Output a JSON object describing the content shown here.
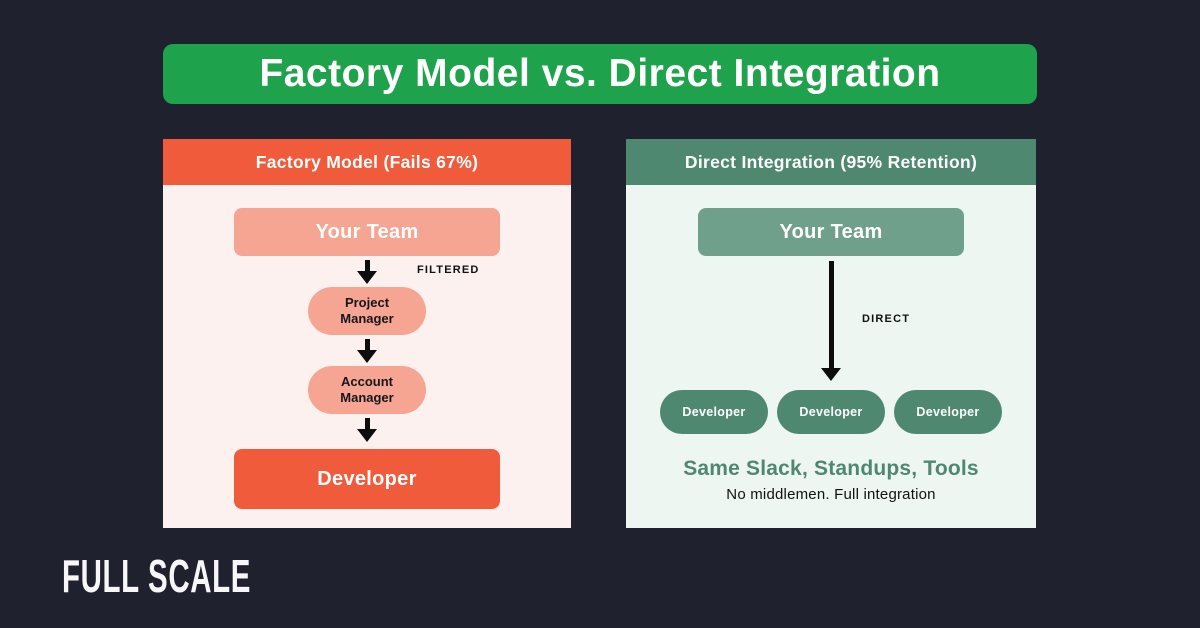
{
  "title": "Factory Model vs. Direct Integration",
  "colors": {
    "bg": "#1F222E",
    "banner": "#1FA24C",
    "factory_accent": "#F05B3C",
    "factory_light": "#F5A592",
    "factory_bg": "#FCF1EE",
    "direct_accent": "#4E8870",
    "direct_light": "#6FA08C",
    "direct_bg": "#EEF6F1",
    "ink": "#15151E"
  },
  "factory_panel": {
    "header": "Factory Model (Fails 67%)",
    "top_box": "Your Team",
    "arrow_label": "FILTERED",
    "middle_nodes": [
      "Project Manager",
      "Account Manager"
    ],
    "bottom_box": "Developer"
  },
  "direct_panel": {
    "header": "Direct Integration (95% Retention)",
    "top_box": "Your Team",
    "arrow_label": "DIRECT",
    "developers": [
      "Developer",
      "Developer",
      "Developer"
    ],
    "tagline": "Same Slack, Standups, Tools",
    "subtext": "No middlemen. Full integration"
  },
  "footer": {
    "logo_text": "FULL SCALE"
  }
}
